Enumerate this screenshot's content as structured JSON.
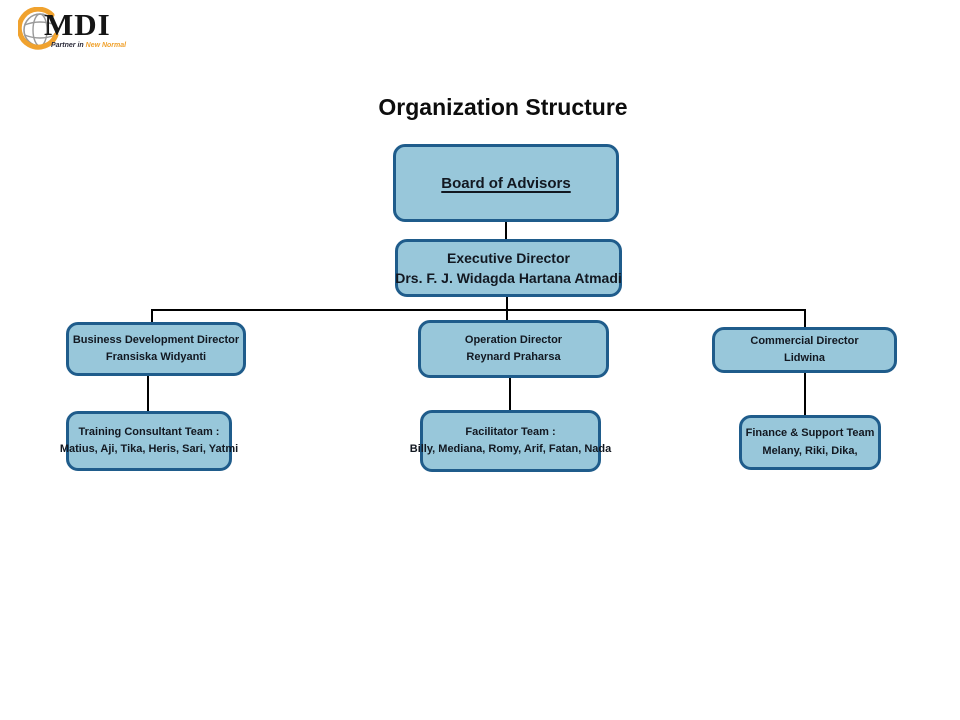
{
  "logo": {
    "text": "MDI",
    "tagline_dark": "Partner in",
    "tagline_accent": "New Normal"
  },
  "title": "Organization Structure",
  "colors": {
    "box_fill": "#98c7da",
    "box_border": "#1f5c8b",
    "connector": "#000000",
    "logo_orange": "#f0a22e",
    "logo_gray": "#9a9a9a"
  },
  "org": {
    "board": {
      "label": "Board of Advisors"
    },
    "executive": {
      "line1": "Executive Director",
      "line2": "Drs. F. J. Widagda Hartana Atmadi"
    },
    "directors": [
      {
        "line1": "Business Development Director",
        "line2": "Fransiska Widyanti"
      },
      {
        "line1": "Operation Director",
        "line2": "Reynard Praharsa"
      },
      {
        "line1": "Commercial Director",
        "line2": "Lidwina"
      }
    ],
    "teams": [
      {
        "line1": "Training Consultant Team :",
        "line2": "Matius, Aji, Tika, Heris, Sari, Yatmi"
      },
      {
        "line1": "Facilitator Team :",
        "line2": "Billy, Mediana, Romy, Arif, Fatan, Nada"
      },
      {
        "line1": "Finance & Support Team",
        "line2": "Melany, Riki, Dika,"
      }
    ]
  }
}
